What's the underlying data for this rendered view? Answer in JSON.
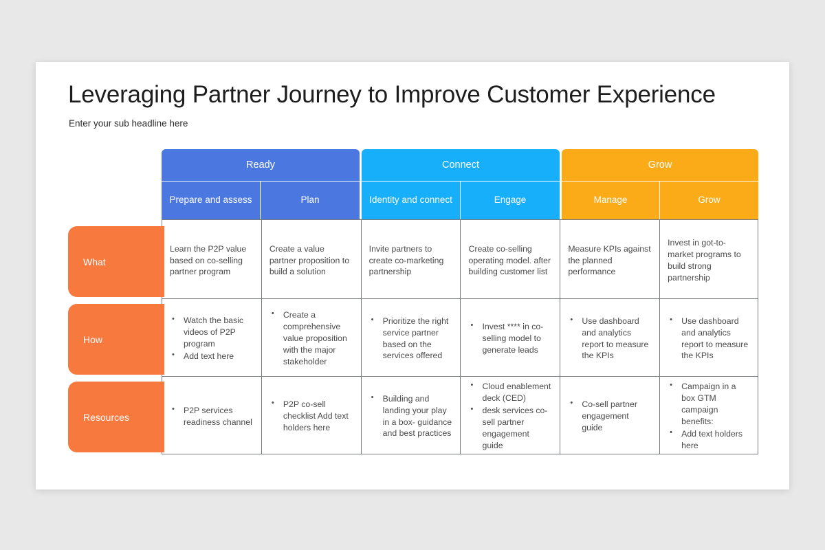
{
  "slide": {
    "title": "Leveraging Partner Journey to Improve Customer Experience",
    "subtitle": "Enter your sub headline here"
  },
  "colors": {
    "background": "#e8e8e8",
    "card": "#ffffff",
    "phase_ready": "#4a78e0",
    "phase_connect": "#17aefa",
    "phase_grow": "#fbab18",
    "row_label_pill": "#f7793d",
    "grid_border": "#777a7e",
    "body_text": "#4a4a4a",
    "title_text": "#1d1d1d"
  },
  "matrix": {
    "phases": [
      {
        "label": "Ready",
        "color": "#4a78e0",
        "span": 2
      },
      {
        "label": "Connect",
        "color": "#17aefa",
        "span": 2
      },
      {
        "label": "Grow",
        "color": "#fbab18",
        "span": 2
      }
    ],
    "stages": [
      {
        "label": "Prepare and assess",
        "color": "#4a78e0"
      },
      {
        "label": "Plan",
        "color": "#4a78e0"
      },
      {
        "label": "Identity and connect",
        "color": "#17aefa"
      },
      {
        "label": "Engage",
        "color": "#17aefa"
      },
      {
        "label": "Manage",
        "color": "#fbab18"
      },
      {
        "label": "Grow",
        "color": "#fbab18"
      }
    ],
    "row_labels": [
      {
        "label": "What"
      },
      {
        "label": "How"
      },
      {
        "label": "Resources"
      }
    ],
    "rows": [
      {
        "key": "what",
        "cells": [
          {
            "type": "paragraph",
            "text": "Learn the P2P value based on co-selling partner program"
          },
          {
            "type": "paragraph",
            "text": "Create a value partner proposition to build a solution"
          },
          {
            "type": "paragraph",
            "text": "Invite partners to create co-marketing partnership"
          },
          {
            "type": "paragraph",
            "text": "Create co-selling operating model. after building customer list"
          },
          {
            "type": "paragraph",
            "text": "Measure KPIs against the planned performance"
          },
          {
            "type": "paragraph",
            "text": "Invest in got-to-market programs to build strong partnership"
          }
        ]
      },
      {
        "key": "how",
        "cells": [
          {
            "type": "bullets",
            "items": [
              "Watch the basic videos of P2P program",
              "Add text here"
            ]
          },
          {
            "type": "bullets",
            "items": [
              "Create a comprehensive value proposition with the major stakeholder"
            ]
          },
          {
            "type": "bullets",
            "items": [
              "Prioritize the right service partner based on the services offered"
            ]
          },
          {
            "type": "bullets",
            "items": [
              "Invest **** in co-selling model to generate leads"
            ]
          },
          {
            "type": "bullets",
            "items": [
              "Use dashboard and analytics report to measure the KPIs"
            ]
          },
          {
            "type": "bullets",
            "items": [
              "Use dashboard and analytics report to measure the KPIs"
            ]
          }
        ]
      },
      {
        "key": "resources",
        "cells": [
          {
            "type": "bullets",
            "items": [
              "P2P services readiness channel"
            ]
          },
          {
            "type": "bullets",
            "items": [
              "P2P co-sell checklist  Add text holders here"
            ]
          },
          {
            "type": "bullets",
            "items": [
              "Building and landing your play in a box- guidance and best practices"
            ]
          },
          {
            "type": "bullets",
            "items": [
              "Cloud enablement deck (CED)",
              "desk services co-sell partner engagement guide"
            ]
          },
          {
            "type": "bullets",
            "items": [
              "Co-sell partner engagement guide"
            ]
          },
          {
            "type": "bullets",
            "items": [
              "Campaign in a box GTM campaign benefits:",
              "Add text holders here"
            ]
          }
        ]
      }
    ]
  }
}
